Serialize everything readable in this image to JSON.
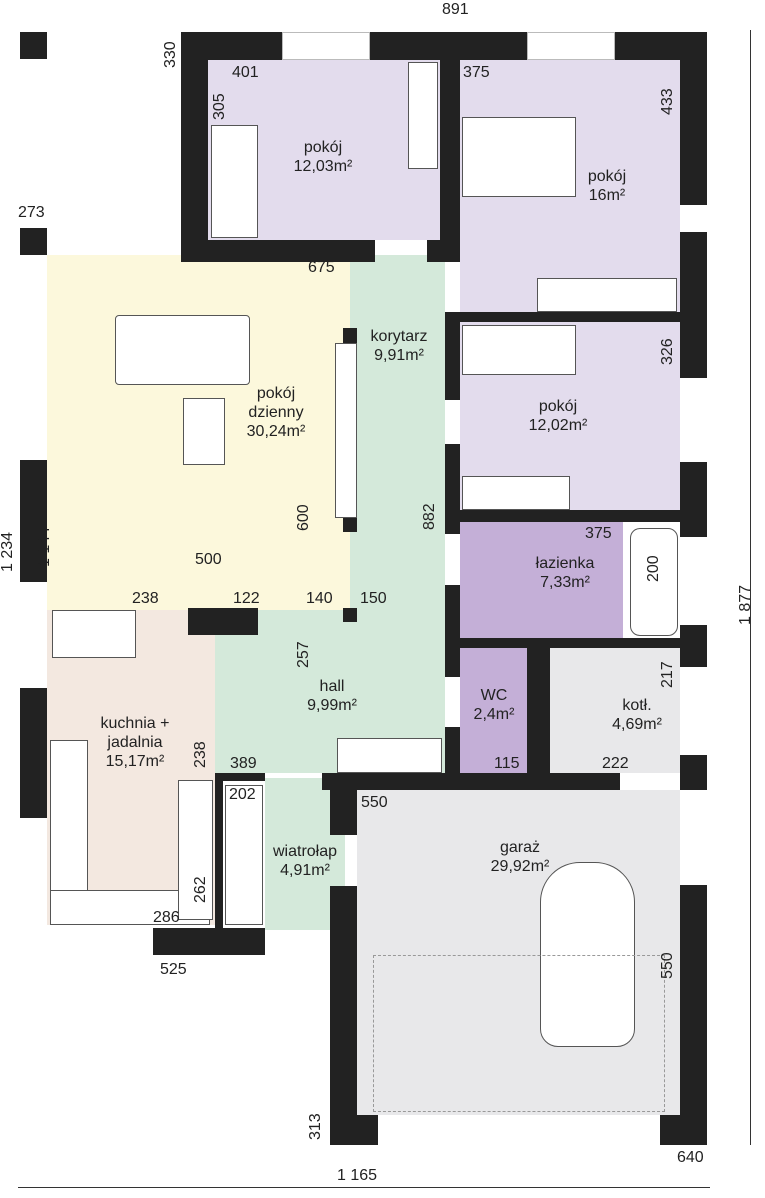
{
  "rooms": [
    {
      "name": "pokój",
      "area": "12,03m²"
    },
    {
      "name": "pokój",
      "area": "16m²"
    },
    {
      "name": "pokój dzienny",
      "area": "30,24m²"
    },
    {
      "name": "korytarz",
      "area": "9,91m²"
    },
    {
      "name": "pokój",
      "area": "12,02m²"
    },
    {
      "name": "łazienka",
      "area": "7,33m²"
    },
    {
      "name": "kuchnia + jadalnia",
      "area": "15,17m²"
    },
    {
      "name": "hall",
      "area": "9,99m²"
    },
    {
      "name": "WC",
      "area": "2,4m²"
    },
    {
      "name": "kotł.",
      "area": "4,69m²"
    },
    {
      "name": "wiatrołap",
      "area": "4,91m²"
    },
    {
      "name": "garaż",
      "area": "29,92m²"
    }
  ],
  "dims": [
    "891",
    "330",
    "401",
    "305",
    "375",
    "433",
    "273",
    "675",
    "326",
    "1 234",
    "1 144",
    "600",
    "882",
    "500",
    "238",
    "122",
    "140",
    "150",
    "375",
    "200",
    "257",
    "217",
    "238",
    "389",
    "115",
    "222",
    "202",
    "550",
    "262",
    "286",
    "525",
    "550",
    "313",
    "640",
    "1 165",
    "1 877"
  ],
  "colors": {
    "bedroom": "#e3dced",
    "living": "#fcf8dc",
    "corridor": "#d4e9da",
    "bath": "#c4afd7",
    "kitchen": "#f3e8e0",
    "utility": "#e8e8ea",
    "wall": "#222222"
  }
}
